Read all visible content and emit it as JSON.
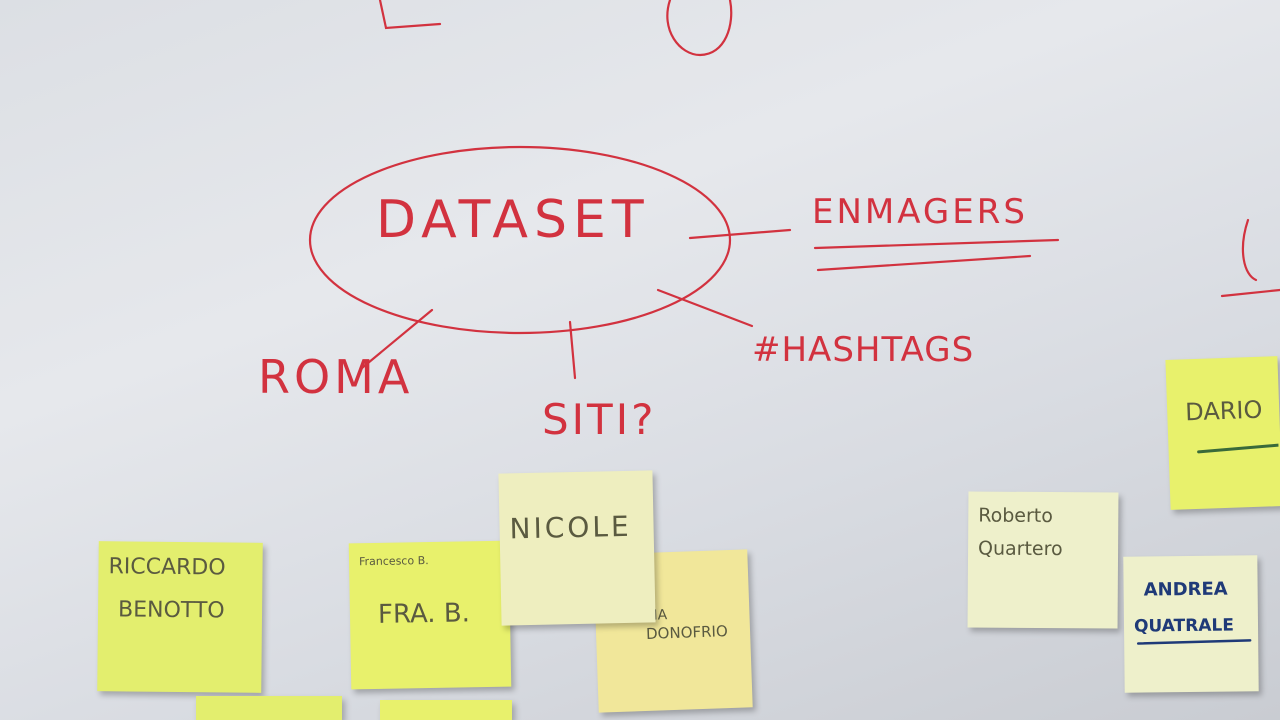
{
  "whiteboard": {
    "center": "DATASET",
    "branches": {
      "right": "ENMAGERS",
      "hashtags": "#HASHTAGS",
      "left": "ROMA",
      "bottom": "SITI?"
    }
  },
  "sticky_notes": [
    {
      "id": "riccardo",
      "lines": [
        "RICCARDO",
        "BENOTTO"
      ]
    },
    {
      "id": "francesco",
      "small": "Francesco B.",
      "main": "FRA. B."
    },
    {
      "id": "nicole",
      "lines": [
        "NICOLE"
      ]
    },
    {
      "id": "patrizia",
      "lines": [
        "PATRIZIA",
        "DONOFRIO"
      ]
    },
    {
      "id": "roberto",
      "lines": [
        "Roberto",
        "Quartero"
      ]
    },
    {
      "id": "andrea",
      "lines": [
        "ANDREA",
        "QUATRALE"
      ]
    },
    {
      "id": "dario",
      "lines": [
        "DARIO"
      ]
    }
  ],
  "colors": {
    "marker": "#d2323f",
    "board": "#e3e5e9",
    "blue_pen": "#1f3a78"
  }
}
